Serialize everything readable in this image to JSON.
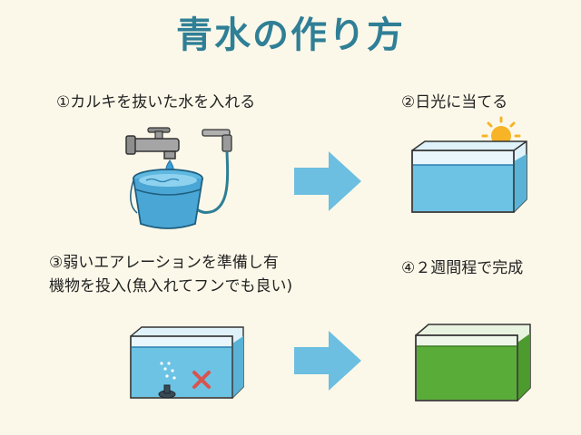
{
  "title": "青水の作り方",
  "steps": [
    {
      "label": "①カルキを抜いた水を入れる"
    },
    {
      "label": "②日光に当てる"
    },
    {
      "label_line1": "③弱いエアレーションを準備し有",
      "label_line2": "機物を投入(魚入れてフンでも良い)"
    },
    {
      "label": "④２週間程で完成"
    }
  ],
  "colors": {
    "title": "#2f7f96",
    "water": "#6cc3e4",
    "arrow": "#6cbfe0",
    "green_water": "#5aac38",
    "sun": "#f6b426",
    "cross": "#d9534f"
  },
  "icons": [
    "faucet-icon",
    "bucket-icon",
    "water-drop-icon",
    "sun-icon",
    "aquarium-icon",
    "air-stone-icon",
    "cross-icon",
    "arrow-right-icon"
  ]
}
